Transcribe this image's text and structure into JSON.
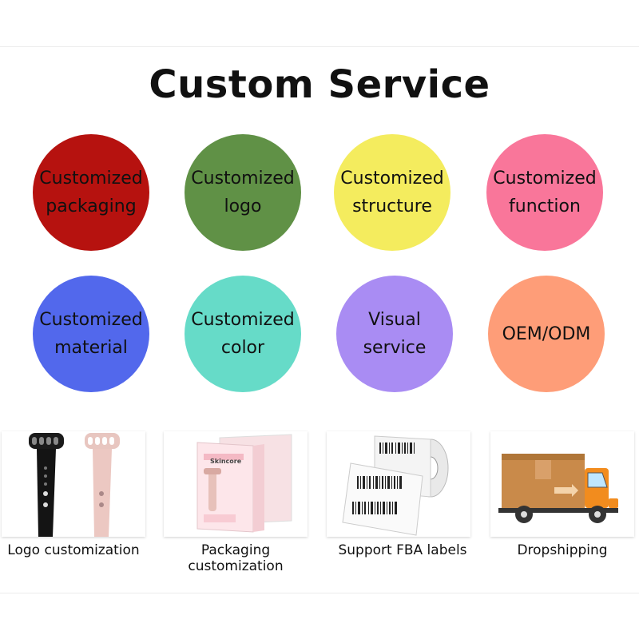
{
  "title": "Custom Service",
  "services": [
    {
      "label": "Customized\npackaging",
      "color": "#b6120f"
    },
    {
      "label": "Customized\nlogo",
      "color": "#609146"
    },
    {
      "label": "Customized\nstructure",
      "color": "#f4ec5e"
    },
    {
      "label": "Customized\nfunction",
      "color": "#f9769a"
    },
    {
      "label": "Customized\nmaterial",
      "color": "#5268ec"
    },
    {
      "label": "Customized\ncolor",
      "color": "#66dbc8"
    },
    {
      "label": "Visual\nservice",
      "color": "#a98cf3"
    },
    {
      "label": "OEM/ODM",
      "color": "#fe9d78"
    }
  ],
  "features": [
    {
      "caption": "Logo customization",
      "icon": "beauty-wand-image"
    },
    {
      "caption": "Packaging\ncustomization",
      "icon": "package-box-image"
    },
    {
      "caption": "Support FBA labels",
      "icon": "barcode-label-roll-image"
    },
    {
      "caption": "Dropshipping",
      "icon": "delivery-truck-image"
    }
  ],
  "packaging_brand": "Skincore"
}
